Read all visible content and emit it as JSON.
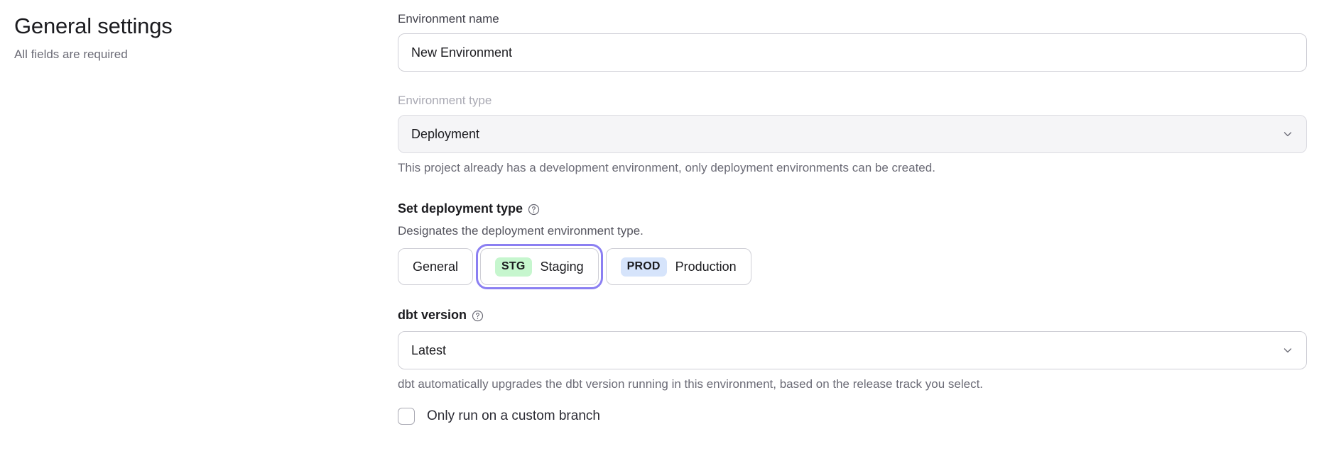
{
  "header": {
    "title": "General settings",
    "subtitle": "All fields are required"
  },
  "form": {
    "environment_name": {
      "label": "Environment name",
      "value": "New Environment",
      "placeholder": "Environment name"
    },
    "environment_type": {
      "label": "Environment type",
      "value": "Deployment",
      "helper": "This project already has a development environment, only deployment environments can be created.",
      "disabled": true,
      "chevron_icon": "chevron-down-icon"
    },
    "deployment_type": {
      "label": "Set deployment type",
      "help_icon": "question-circle-icon",
      "description": "Designates the deployment environment type.",
      "selected": "Staging",
      "options": [
        {
          "label": "General",
          "badge": "",
          "badge_color": ""
        },
        {
          "label": "Staging",
          "badge": "STG",
          "badge_color": "#c6f6ce"
        },
        {
          "label": "Production",
          "badge": "PROD",
          "badge_color": "#d6e4fb"
        }
      ]
    },
    "dbt_version": {
      "label": "dbt version",
      "help_icon": "question-circle-icon",
      "value": "Latest",
      "helper": "dbt automatically upgrades the dbt version running in this environment, based on the release track you select.",
      "chevron_icon": "chevron-down-icon"
    },
    "custom_branch": {
      "label": "Only run on a custom branch",
      "checked": false
    }
  },
  "colors": {
    "focus_ring": "#8b7ff2",
    "badge_staging": "#c6f6ce",
    "badge_production": "#d6e4fb",
    "border": "#cfcfd6",
    "text_muted": "#6b6b76",
    "disabled_bg": "#f5f5f7"
  }
}
